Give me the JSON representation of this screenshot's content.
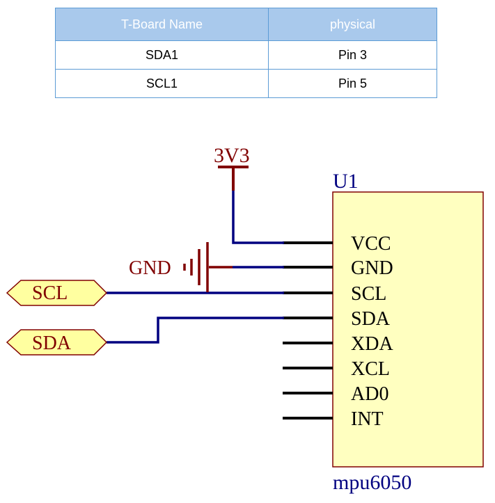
{
  "table": {
    "headers": [
      "T-Board Name",
      "physical"
    ],
    "rows": [
      [
        "SDA1",
        "Pin 3"
      ],
      [
        "SCL1",
        "Pin 5"
      ]
    ]
  },
  "schematic": {
    "power_label": "3V3",
    "ground_label": "GND",
    "chip": {
      "designator": "U1",
      "part": "mpu6050",
      "pins": [
        "VCC",
        "GND",
        "SCL",
        "SDA",
        "XDA",
        "XCL",
        "AD0",
        "INT"
      ]
    },
    "ports": [
      "SCL",
      "SDA"
    ]
  },
  "colors": {
    "wire": "#000080",
    "power": "#800000",
    "chip_fill": "#ffffc0",
    "chip_border": "#800000",
    "port_fill": "#ffffa0",
    "table_header": "#a9c9ec",
    "table_border": "#5b9bd5"
  }
}
